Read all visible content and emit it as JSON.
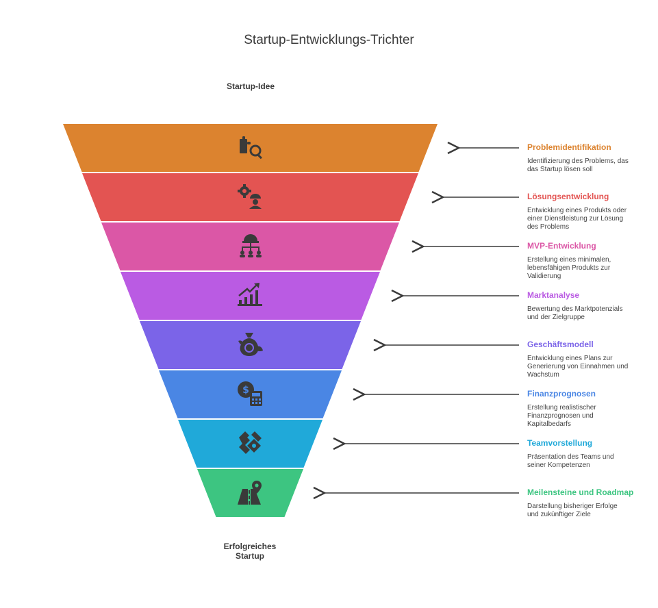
{
  "title": "Startup-Entwicklungs-Trichter",
  "top_label": "Startup-Idee",
  "bottom_label_line1": "Erfolgreiches",
  "bottom_label_line2": "Startup",
  "stages": [
    {
      "title": "Problemidentifikation",
      "desc": "Identifizierung des Problems, das das Startup lösen soll",
      "color": "#DC832F",
      "icon": "puzzle-search-icon"
    },
    {
      "title": "Lösungsentwicklung",
      "desc": "Entwicklung eines Produkts oder einer Dienstleistung zur Lösung des Problems",
      "color": "#E35452",
      "icon": "gears-worker-icon"
    },
    {
      "title": "MVP-Entwicklung",
      "desc": "Erstellung eines minimalen, lebensfähigen Produkts zur Validierung",
      "color": "#DB57A6",
      "icon": "team-structure-icon"
    },
    {
      "title": "Marktanalyse",
      "desc": "Bewertung des Marktpotenzials und der Zielgruppe",
      "color": "#BA5BE3",
      "icon": "growth-chart-icon"
    },
    {
      "title": "Geschäftsmodell",
      "desc": "Entwicklung eines Plans zur Generierung von Einnahmen und Wachstum",
      "color": "#7B64E8",
      "icon": "money-bag-icon"
    },
    {
      "title": "Finanzprognosen",
      "desc": "Erstellung realistischer Finanzprognosen und Kapitalbedarfs",
      "color": "#4A86E4",
      "icon": "dollar-calculator-icon"
    },
    {
      "title": "Teamvorstellung",
      "desc": "Präsentation des Teams und seiner Kompetenzen",
      "color": "#20A9D9",
      "icon": "handshake-icon"
    },
    {
      "title": "Meilensteine und Roadmap",
      "desc": "Darstellung bisheriger Erfolge und zukünftiger Ziele",
      "color": "#3DC581",
      "icon": "road-pin-icon"
    }
  ]
}
